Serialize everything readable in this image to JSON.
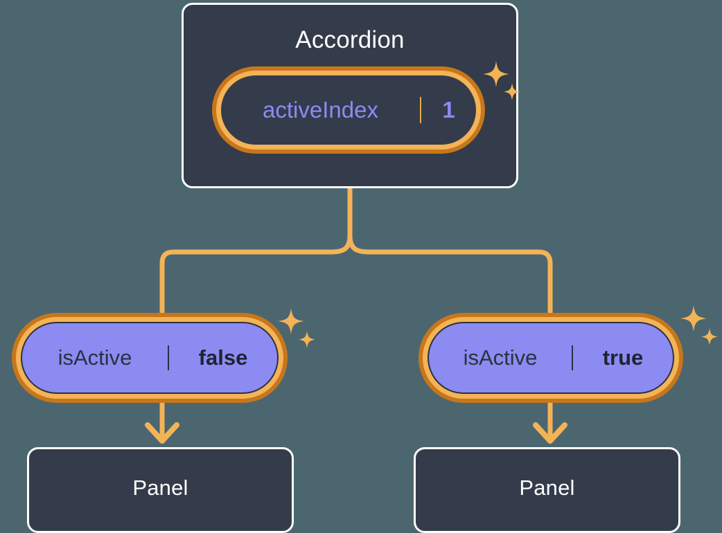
{
  "diagram": {
    "background_color": "#4c6670",
    "accent_orange": "#f3b357",
    "accent_orange_dark": "#c8761b",
    "node_fill": "#343b4a",
    "state_fill": "#8b8bf2",
    "hook_text_color": "#8b8bf2",
    "title_color": "#ffffff"
  },
  "root": {
    "title": "Accordion",
    "hook": {
      "name": "activeIndex",
      "value": "1"
    }
  },
  "branches": [
    {
      "side": "left",
      "state": {
        "name": "isActive",
        "value": "false"
      },
      "child": {
        "title": "Panel"
      }
    },
    {
      "side": "right",
      "state": {
        "name": "isActive",
        "value": "true"
      },
      "child": {
        "title": "Panel"
      }
    }
  ],
  "sparkles": [
    {
      "name": "sparkle-root",
      "big": true
    },
    {
      "name": "sparkle-state-left",
      "big": true
    },
    {
      "name": "sparkle-state-right",
      "big": true
    }
  ]
}
